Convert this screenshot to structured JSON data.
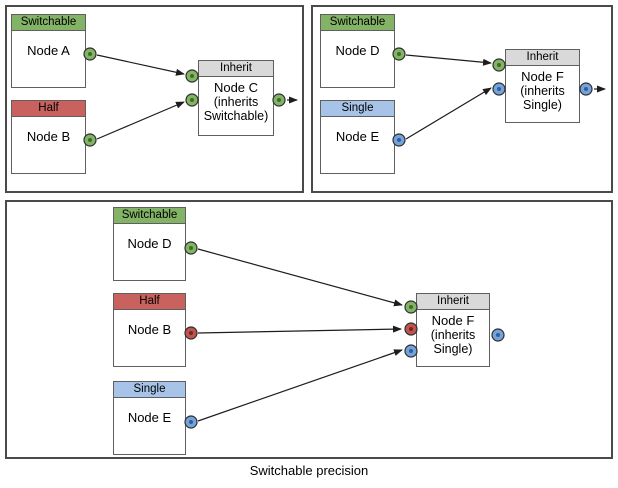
{
  "caption": "Switchable precision",
  "colors": {
    "green": "#82b366",
    "green-dark": "#3f6e27",
    "red": "#c9625e",
    "red-port": "#bf544f",
    "red-dark": "#702825",
    "blue": "#a7c4e8",
    "blue-port": "#74a2d9",
    "blue-dark": "#2f5f9e",
    "gray": "#d9d9d9",
    "line": "#262626"
  },
  "panels": [
    {
      "name": "example-switchable-half",
      "nodes": [
        {
          "header": "Switchable",
          "title": "Node A"
        },
        {
          "header": "Half",
          "title": "Node B"
        },
        {
          "header": "Inherit",
          "title": "Node C",
          "subtitle": "(inherits Switchable)"
        }
      ]
    },
    {
      "name": "example-switchable-single",
      "nodes": [
        {
          "header": "Switchable",
          "title": "Node D"
        },
        {
          "header": "Single",
          "title": "Node E"
        },
        {
          "header": "Inherit",
          "title": "Node F",
          "subtitle": "(inherits Single)"
        }
      ]
    },
    {
      "name": "example-combined",
      "nodes": [
        {
          "header": "Switchable",
          "title": "Node D"
        },
        {
          "header": "Half",
          "title": "Node B"
        },
        {
          "header": "Single",
          "title": "Node E"
        },
        {
          "header": "Inherit",
          "title": "Node F",
          "subtitle": "(inherits Single)"
        }
      ]
    }
  ]
}
